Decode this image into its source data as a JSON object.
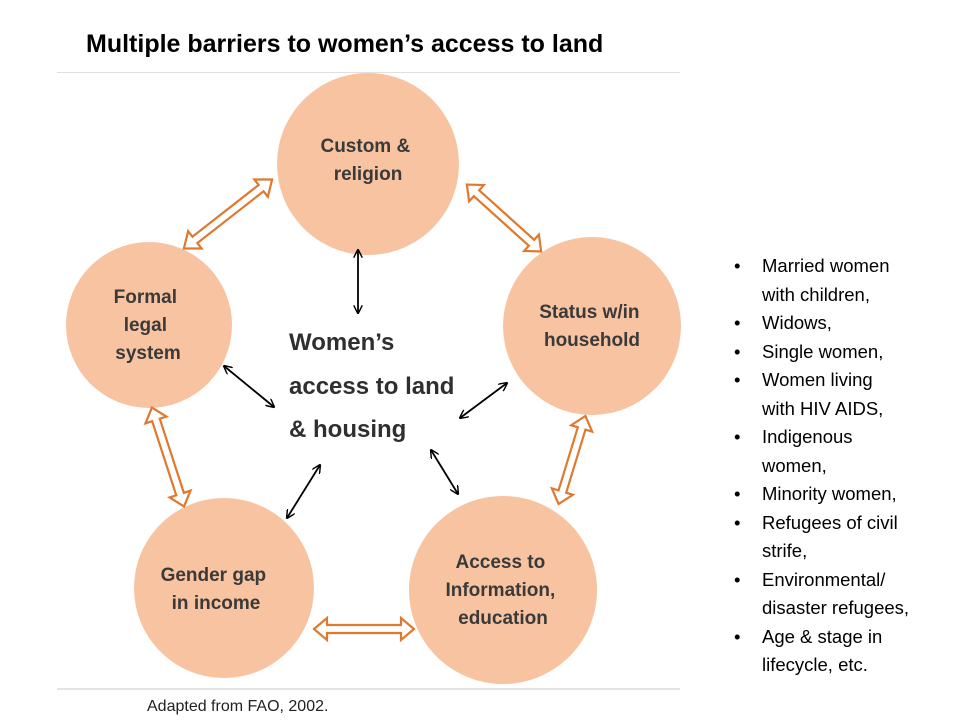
{
  "title": "Multiple barriers to women’s access to land",
  "colors": {
    "circle_fill": "#f8c3a0",
    "arrow_orange": "#e0782e",
    "arrow_black": "#000000"
  },
  "circles": {
    "custom": [
      "Custom &",
      "religion"
    ],
    "status": [
      "Status w/in",
      "household"
    ],
    "access": [
      "Access to",
      "Information,",
      "education"
    ],
    "gender": [
      "Gender gap",
      "in income"
    ],
    "legal": [
      "Formal",
      "legal",
      "system"
    ]
  },
  "center": [
    "Women’s",
    "access to land",
    "& housing"
  ],
  "bullets": [
    [
      "Married women",
      "with children,"
    ],
    [
      "Widows,"
    ],
    [
      "Single women,"
    ],
    [
      "Women living",
      "with HIV AIDS,"
    ],
    [
      "Indigenous",
      "women,"
    ],
    [
      "Minority women,"
    ],
    [
      "Refugees of civil",
      "strife,"
    ],
    [
      "Environmental/",
      "disaster refugees,"
    ],
    [
      "Age & stage in",
      "lifecycle, etc."
    ]
  ],
  "bullet_symbol": "•",
  "source": "Adapted from FAO, 2002."
}
